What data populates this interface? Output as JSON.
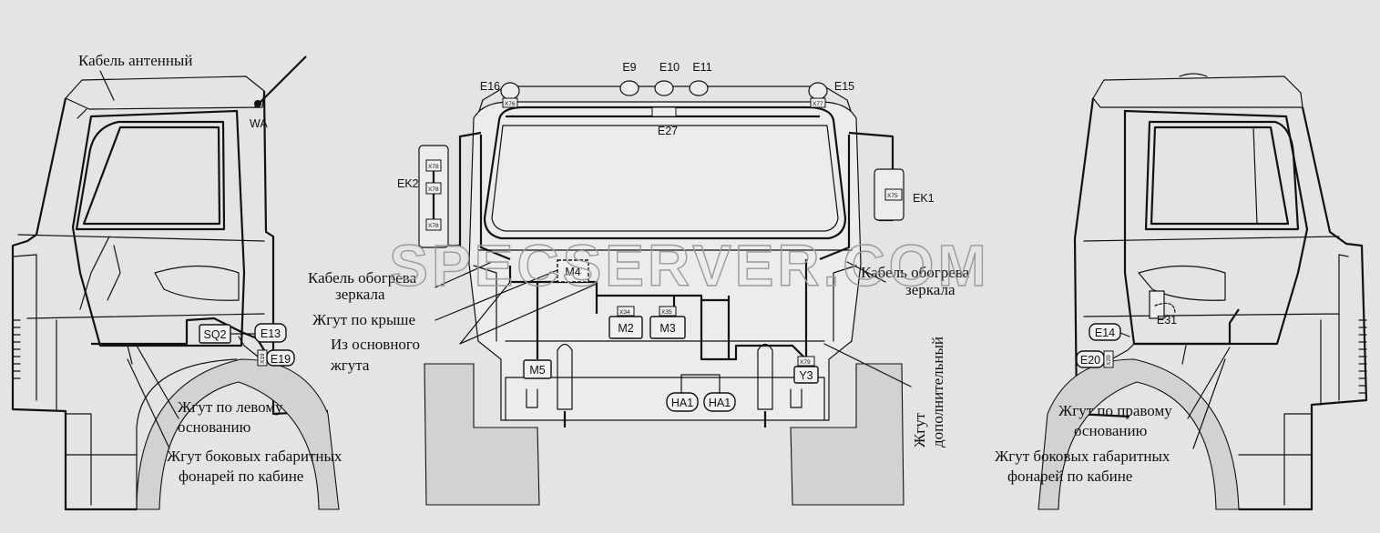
{
  "watermark": "SPECSERVER.COM",
  "labels": {
    "antenna_cable": "Кабель антенный",
    "wa": "WA",
    "mirror_heat_left_1": "Кабель обогрева",
    "mirror_heat_left_2": "зеркала",
    "roof_harness": "Жгут по крыше",
    "from_main_1": "Из основного",
    "from_main_2": "жгута",
    "left_base_1": "Жгут по левому",
    "left_base_2": "основанию",
    "side_lamps_left_1": "Жгут боковых габаритных",
    "side_lamps_left_2": "фонарей по кабине",
    "mirror_heat_right_1": "Кабель обогрева",
    "mirror_heat_right_2": "зеркала",
    "extra_harness_1": "Жгут",
    "extra_harness_2": "дополнительный",
    "right_base_1": "Жгут по правому",
    "right_base_2": "основанию",
    "side_lamps_right_1": "Жгут боковых габаритных",
    "side_lamps_right_2": "фонарей по кабине"
  },
  "codes": {
    "e9": "E9",
    "e10": "E10",
    "e11": "E11",
    "e15": "E15",
    "e16": "E16",
    "e27": "E27",
    "ek1": "EK1",
    "ek2": "EK2",
    "m4": "M4",
    "m2": "M2",
    "m3": "M3",
    "m5": "M5",
    "y3": "Y3",
    "ha1a": "HA1",
    "ha1b": "HA1",
    "sq2": "SQ2",
    "e13": "E13",
    "e19": "E19",
    "e14": "E14",
    "e20": "E20",
    "e31": "E31"
  },
  "connectors": {
    "x76": "X76",
    "x77": "X77",
    "x78a": "X78",
    "x78b": "X78",
    "x78c": "X78",
    "x75": "X75",
    "x34": "X34",
    "x35": "X35",
    "x79": "X79",
    "x19": "X19",
    "x20": "X20"
  }
}
